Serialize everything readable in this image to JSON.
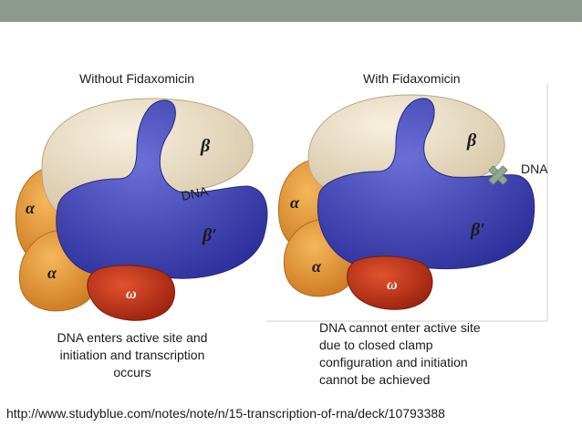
{
  "titles": {
    "left": "Without Fidaxomicin",
    "right": "With Fidaxomicin"
  },
  "subunits": {
    "beta": "β",
    "beta_prime": "β′",
    "alpha": "α",
    "omega": "ω"
  },
  "labels": {
    "dna_in_channel": "DNA",
    "dna_blocked": "DNA"
  },
  "captions": {
    "left": [
      "DNA enters active site and",
      "initiation and transcription",
      "occurs"
    ],
    "right": [
      "DNA cannot enter active site",
      "due to closed clamp",
      "configuration and initiation",
      "cannot be achieved"
    ]
  },
  "source": "http://www.studyblue.com/notes/note/n/15-transcription-of-rna/deck/10793388",
  "colors": {
    "beta": "#ece0c8",
    "beta_prime": "#4a4bbb",
    "alpha": "#e99a35",
    "omega": "#c4351b",
    "blocker": "#8fa88f"
  }
}
